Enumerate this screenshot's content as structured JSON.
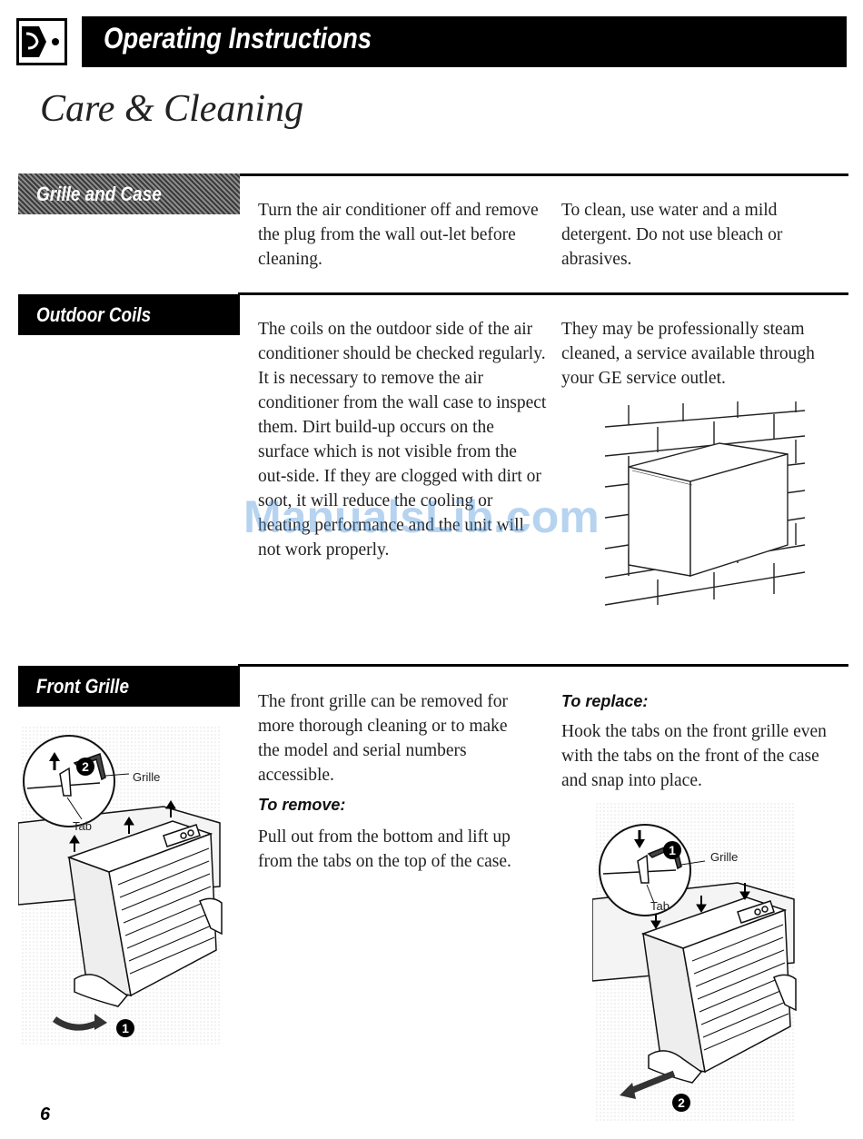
{
  "header": {
    "title": "Operating Instructions",
    "logo_icon": "document-arrow-icon"
  },
  "page_title": "Care & Cleaning",
  "sections": {
    "grille_case": {
      "label": "Grille and Case",
      "col1": "Turn the air conditioner off and remove the plug from the wall out-let before cleaning.",
      "col2": "To clean, use water and a mild detergent. Do not use bleach or abrasives."
    },
    "outdoor_coils": {
      "label": "Outdoor Coils",
      "col1": "The coils on the outdoor side of the air conditioner should be checked regularly. It is necessary to remove the air conditioner from the wall case to inspect them. Dirt build-up occurs on the surface which is not visible from the out-side. If they are clogged with dirt or soot, it will reduce the cooling or heating performance and the unit will not work properly.",
      "col2": "They may be professionally steam cleaned, a service available through your GE service outlet."
    },
    "front_grille": {
      "label": "Front Grille",
      "intro": "The front grille can be removed for more thorough cleaning or to make the model and serial numbers accessible.",
      "remove_heading": "To remove:",
      "remove_text": "Pull out from the bottom and lift up from the tabs on the top of the case.",
      "replace_heading": "To replace:",
      "replace_text": "Hook the tabs on the front grille even with the tabs on the front of the case and snap into place."
    }
  },
  "figures": {
    "remove": {
      "grille_label": "Grille",
      "tab_label": "Tab",
      "step_top": "2",
      "step_bottom": "1"
    },
    "replace": {
      "grille_label": "Grille",
      "tab_label": "Tab",
      "step_top": "1",
      "step_bottom": "2"
    }
  },
  "watermark": "ManualsLib.com",
  "page_number": "6"
}
